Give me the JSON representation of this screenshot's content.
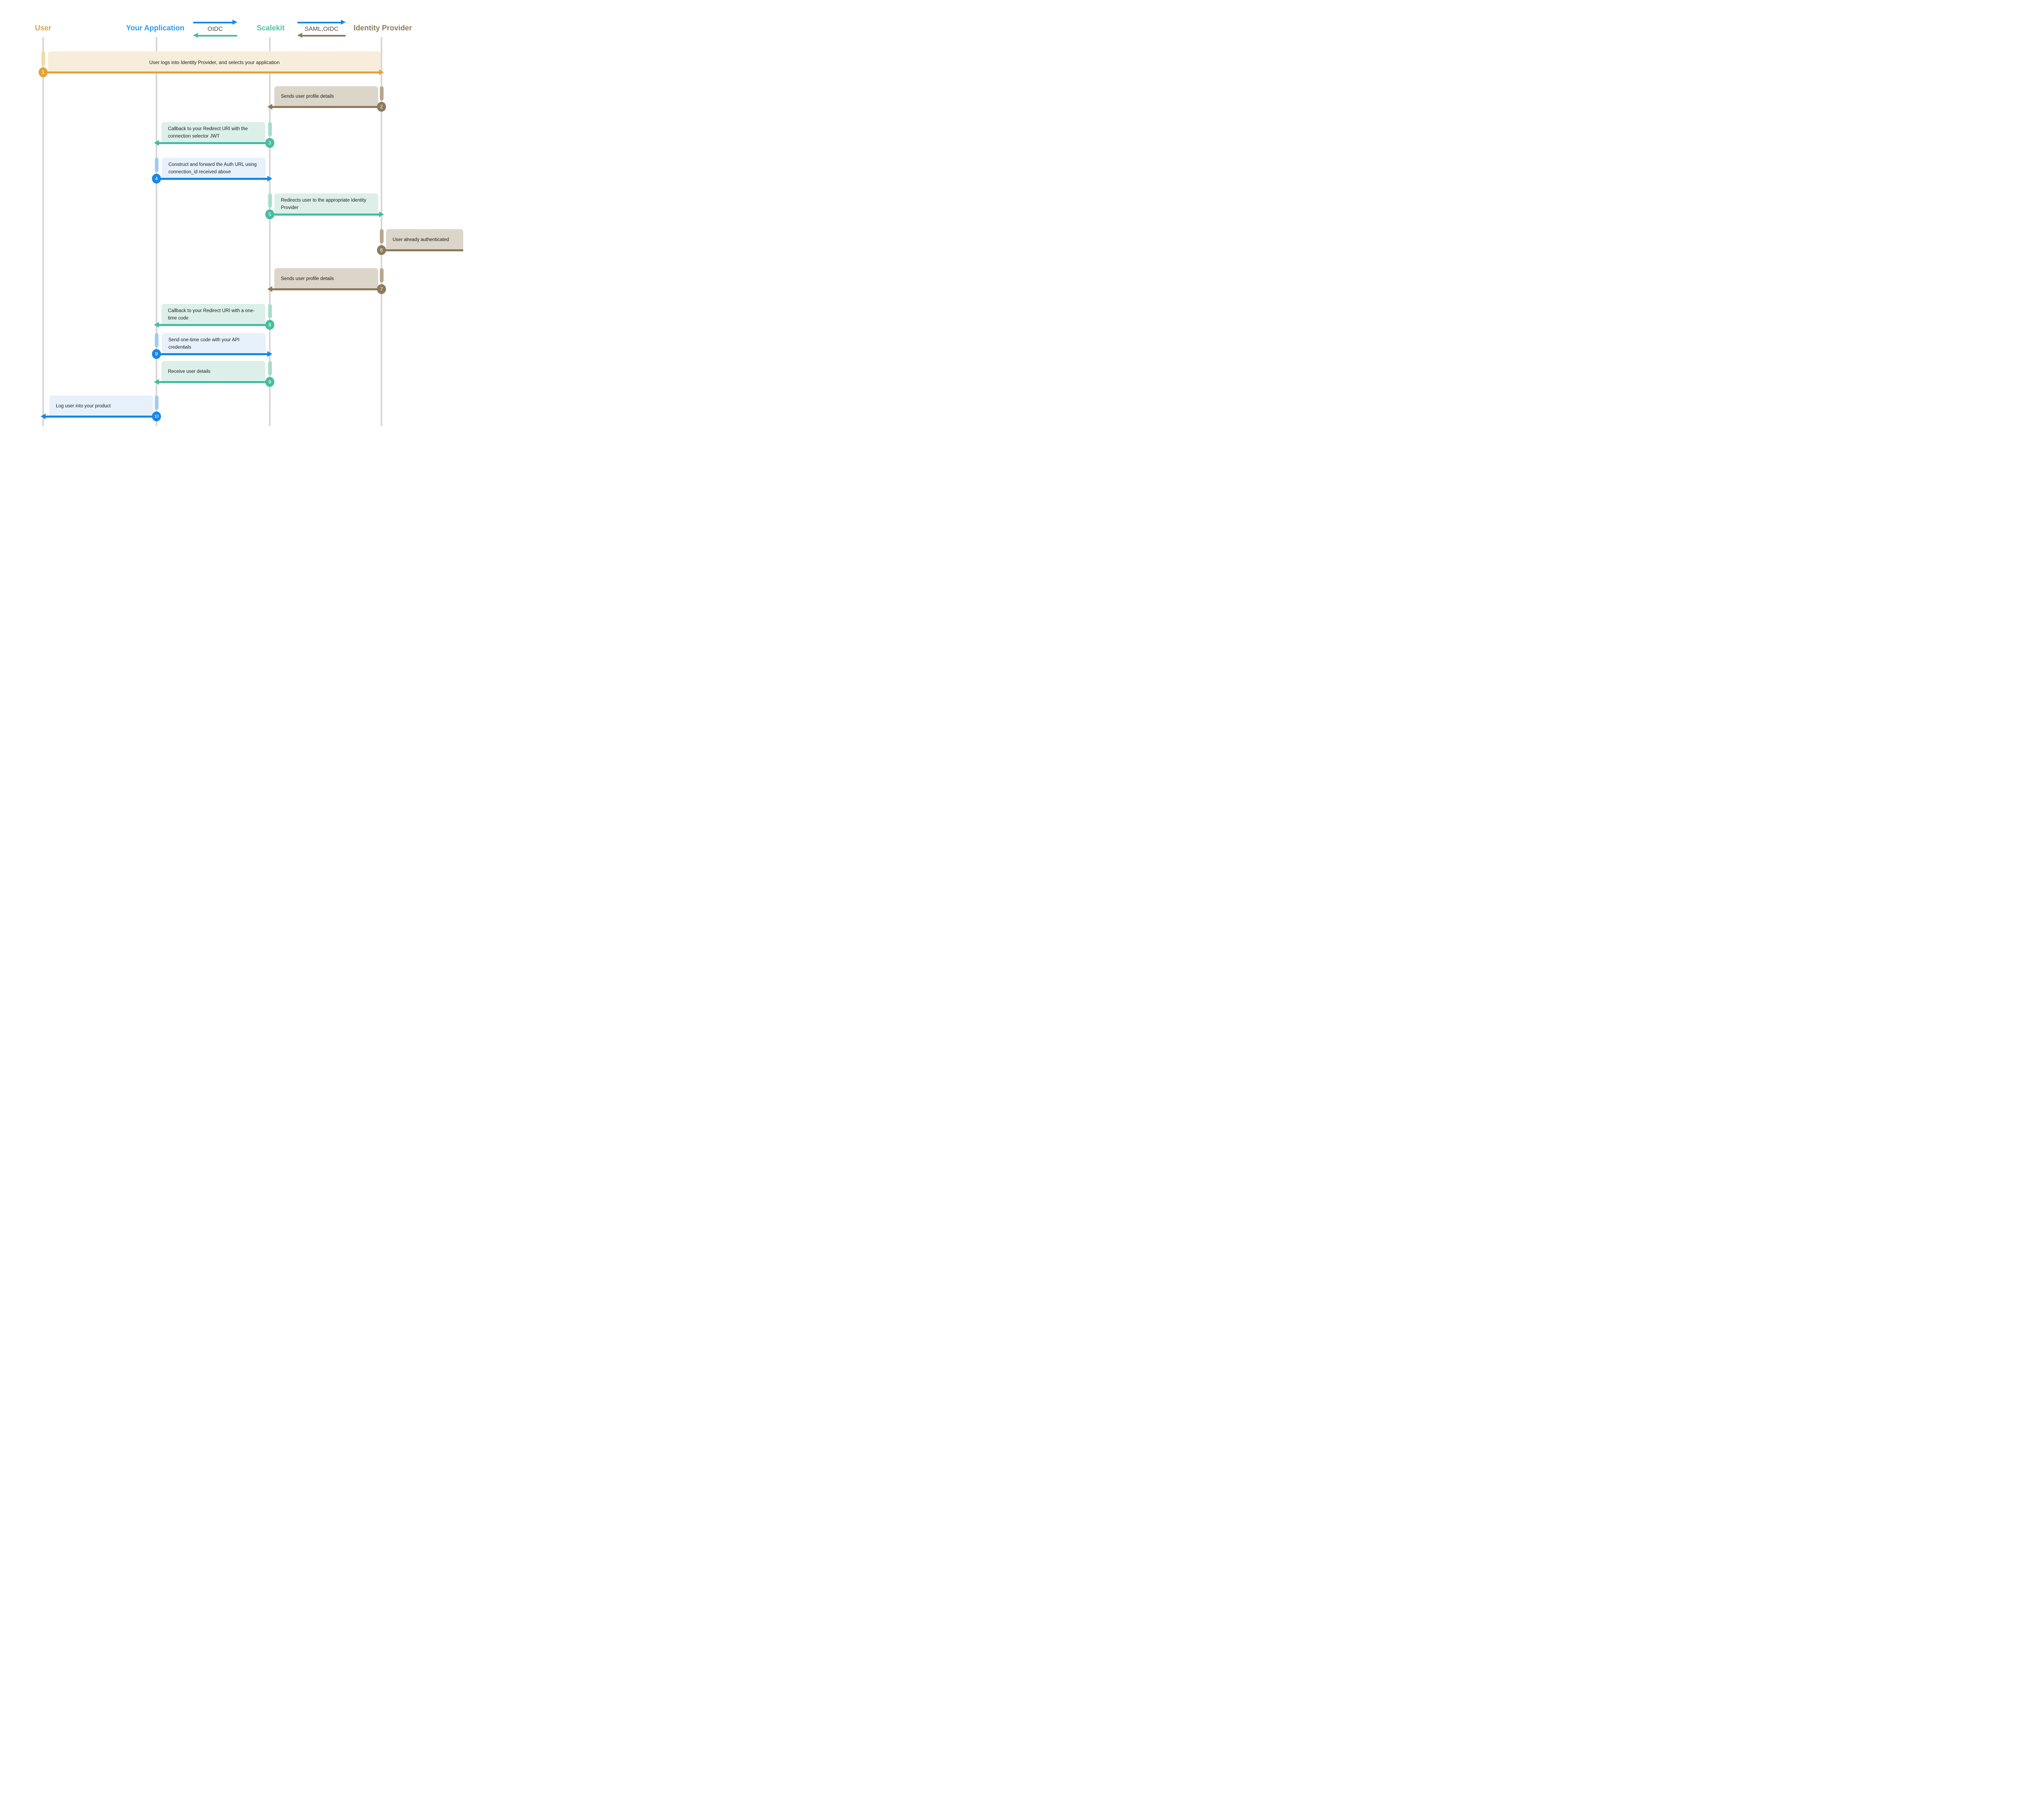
{
  "diagram": {
    "participants": [
      {
        "id": "user",
        "label": "User",
        "theme": "orange"
      },
      {
        "id": "your_application",
        "label": "Your Application",
        "theme": "blue"
      },
      {
        "id": "scalekit",
        "label": "Scalekit",
        "theme": "teal"
      },
      {
        "id": "identity_provider",
        "label": "Identity Provider",
        "theme": "brown"
      }
    ],
    "protocol_links": [
      {
        "label": "OIDC",
        "forward_theme": "blue",
        "back_theme": "teal"
      },
      {
        "label": "SAML,OIDC",
        "forward_theme": "blue",
        "back_theme": "brown"
      }
    ],
    "steps": [
      {
        "num": "1",
        "text": "User logs into Identity Provider, and selects your application",
        "from": "user",
        "to": "identity_provider",
        "theme": "orange",
        "style": "banner"
      },
      {
        "num": "2",
        "text": "Sends user profile details",
        "from": "identity_provider",
        "to": "scalekit",
        "theme": "brown",
        "style": "message"
      },
      {
        "num": "3",
        "text": "Callback to your Redirect URI with the connection selector JWT",
        "from": "scalekit",
        "to": "your_application",
        "theme": "teal",
        "style": "message"
      },
      {
        "num": "4",
        "text": "Construct and forward the Auth URL using connection_id received above",
        "from": "your_application",
        "to": "scalekit",
        "theme": "blue",
        "style": "message"
      },
      {
        "num": "5",
        "text": "Redirects user to the appropriate Identity Provider",
        "from": "scalekit",
        "to": "identity_provider",
        "theme": "teal",
        "style": "message"
      },
      {
        "num": "6",
        "text": "User already authenticated",
        "from": "identity_provider",
        "to": "identity_provider",
        "theme": "brown",
        "style": "note"
      },
      {
        "num": "7",
        "text": "Sends user profile details",
        "from": "identity_provider",
        "to": "scalekit",
        "theme": "brown",
        "style": "message"
      },
      {
        "num": "8",
        "text": "Callback to your Redirect URI with a one-time code",
        "from": "scalekit",
        "to": "your_application",
        "theme": "teal",
        "style": "message"
      },
      {
        "num": "9",
        "text": "Send one-time code with your API credentials",
        "from": "your_application",
        "to": "scalekit",
        "theme": "blue",
        "style": "message"
      },
      {
        "num": "9",
        "text": "Receive user details",
        "from": "scalekit",
        "to": "your_application",
        "theme": "teal",
        "style": "message"
      },
      {
        "num": "10",
        "text": "Log user into your product",
        "from": "your_application",
        "to": "user",
        "theme": "blue",
        "style": "message"
      }
    ],
    "colors": {
      "orange": {
        "strong": "#E2A43B",
        "light": "#F2D9A6",
        "fill": "#F8EDDA",
        "title": "#DFA43C"
      },
      "blue": {
        "strong": "#1787E8",
        "light": "#A0CBF3",
        "fill": "#E6F1FC",
        "title": "#2E9CF0"
      },
      "teal": {
        "strong": "#45BDA0",
        "light": "#A7DCCC",
        "fill": "#DCF0E9",
        "title": "#4FC3A6"
      },
      "brown": {
        "strong": "#8D7A5B",
        "light": "#B5A88E",
        "fill": "#DCD5CA",
        "title": "#8D7C5E"
      },
      "lifeline": "#D8D8D8",
      "protocol_label_text": "#4A4A4A",
      "message_text": "#1C1C1C"
    }
  }
}
